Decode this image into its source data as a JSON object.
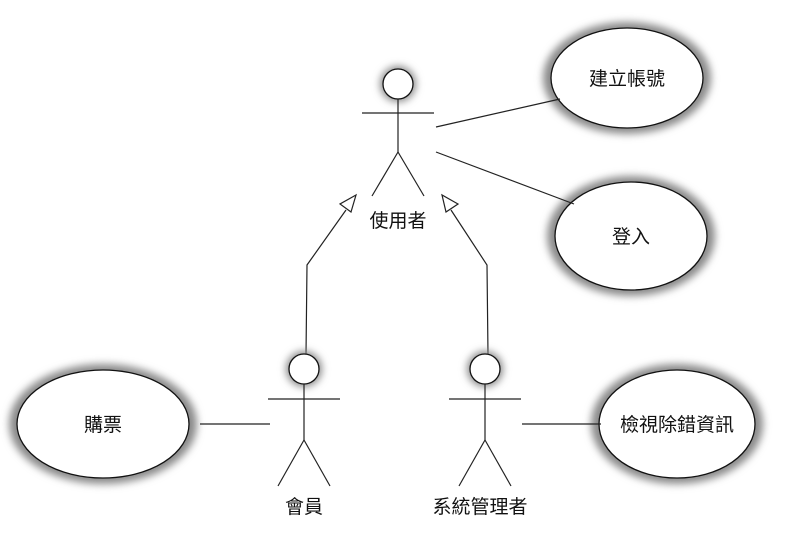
{
  "actors": {
    "user": "使用者",
    "member": "會員",
    "admin": "系統管理者"
  },
  "use_cases": {
    "create_account": "建立帳號",
    "login": "登入",
    "buy_ticket": "購票",
    "view_debug_info": "檢視除錯資訊"
  }
}
